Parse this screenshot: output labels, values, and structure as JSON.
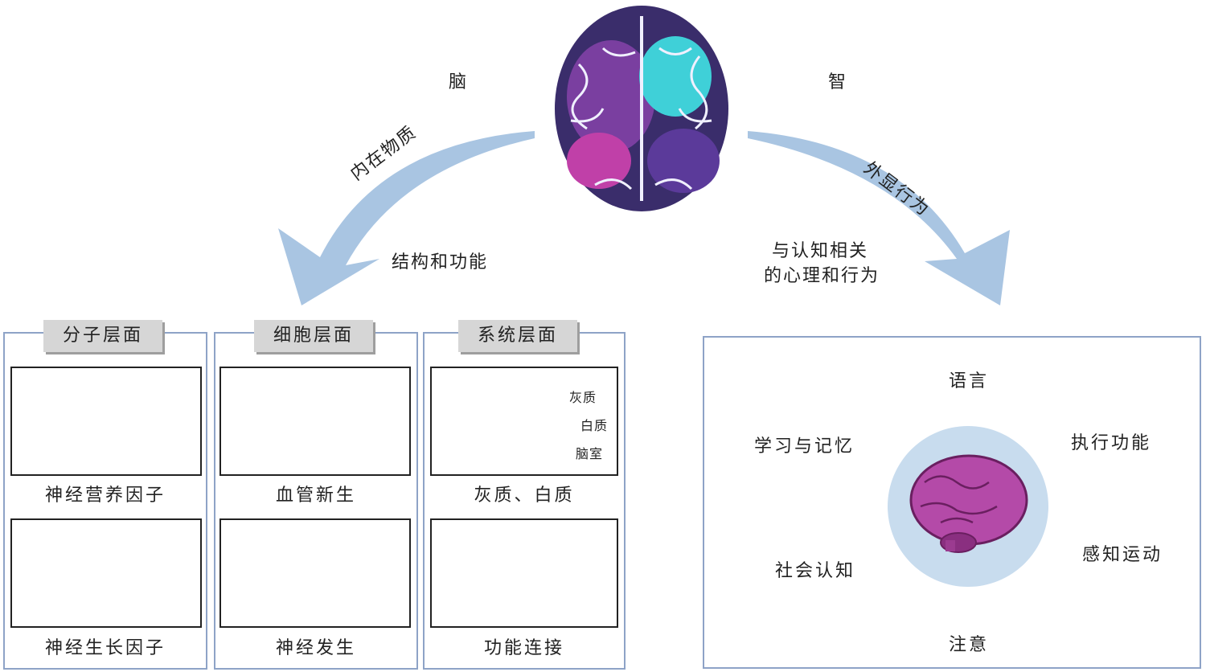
{
  "top": {
    "left_label": "脑",
    "right_label": "智",
    "left_arrow_label": "内在物质",
    "right_arrow_label": "外显行为",
    "left_sub": "结构和功能",
    "right_sub_line1": "与认知相关",
    "right_sub_line2": "的心理和行为"
  },
  "panels": [
    {
      "header": "分子层面",
      "captions": [
        "神经营养因子",
        "神经生长因子"
      ]
    },
    {
      "header": "细胞层面",
      "captions": [
        "血管新生",
        "神经发生"
      ]
    },
    {
      "header": "系统层面",
      "captions": [
        "灰质、白质",
        "功能连接"
      ]
    }
  ],
  "brain_section_labels": [
    "灰质",
    "白质",
    "脑室"
  ],
  "cognition": {
    "top": "语言",
    "upper_left": "学习与记忆",
    "upper_right": "执行功能",
    "lower_left": "社会认知",
    "lower_right": "感知运动",
    "bottom": "注意"
  },
  "colors": {
    "arrow": "#a9c5e2",
    "panel_border": "#8ea3c7",
    "header_bg": "#d6d6d6",
    "circle": "#c8dcee",
    "small_arrow": "#f2b5a8",
    "brain_purple": "#b44aa8"
  }
}
